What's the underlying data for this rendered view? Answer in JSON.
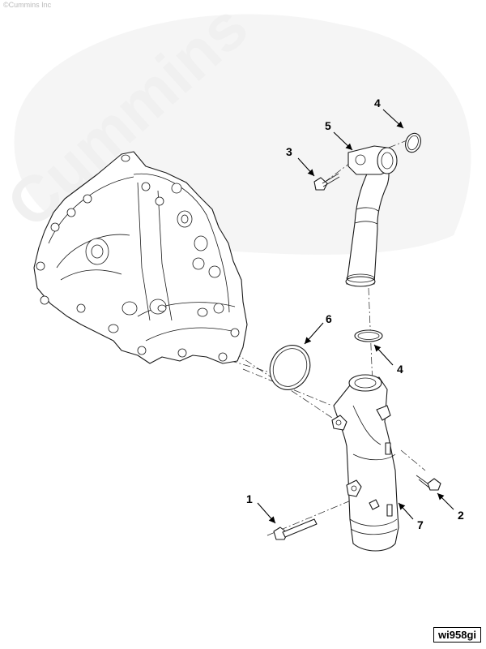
{
  "copyright": "©Cummins Inc",
  "watermark": "Cummins",
  "figure_id": "wi958gi",
  "callouts": {
    "c1": "1",
    "c2": "2",
    "c3": "3",
    "c4a": "4",
    "c4b": "4",
    "c5": "5",
    "c6": "6",
    "c7": "7"
  }
}
